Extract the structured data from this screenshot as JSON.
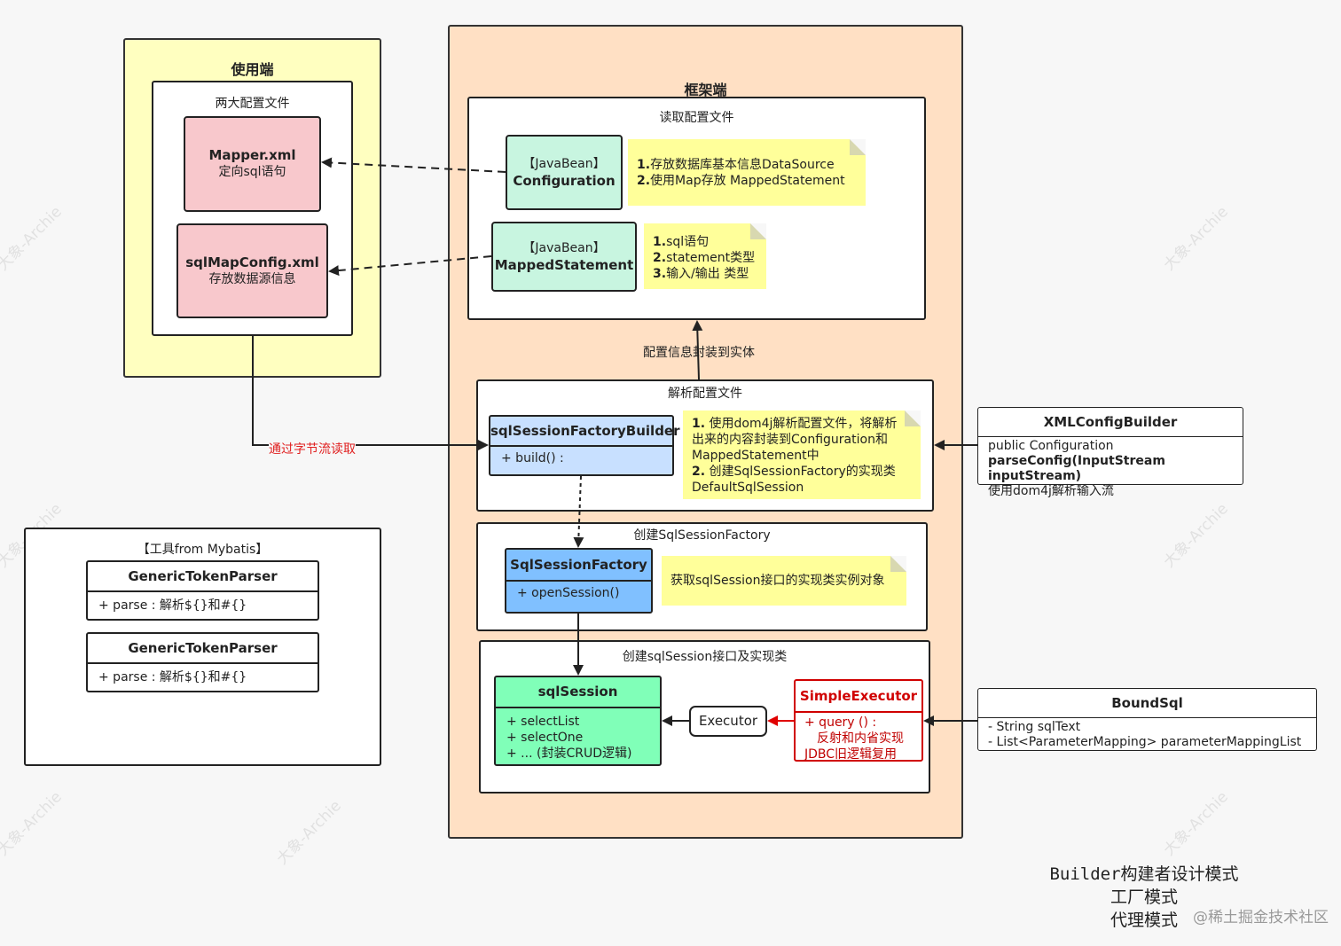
{
  "client": {
    "title": "使用端",
    "configs_caption": "两大配置文件",
    "mapper": {
      "name": "Mapper.xml",
      "desc": "定向sql语句"
    },
    "sqlmapconfig": {
      "name": "sqlMapConfig.xml",
      "desc": "存放数据源信息"
    }
  },
  "framework": {
    "title": "框架端",
    "read_caption": "读取配置文件",
    "configuration": {
      "tag": "【JavaBean】",
      "name": "Configuration"
    },
    "configuration_note": [
      "1.存放数据库基本信息DataSource",
      "2.使用Map存放 MappedStatement"
    ],
    "mapped_statement": {
      "tag": "【JavaBean】",
      "name": "MappedStatement"
    },
    "mapped_statement_note": [
      "1.sql语句",
      "2.statement类型",
      "3.输入/输出 类型"
    ],
    "encapsulate_label": "配置信息封装到实体",
    "parse_caption": "解析配置文件",
    "builder": {
      "name": "sqlSessionFactoryBuilder",
      "method": "+ build() :"
    },
    "builder_note": [
      "1. 使用dom4j解析配置文件，将解析",
      "出来的内容封装到Configuration和",
      "MappedStatement中",
      "2. 创建SqlSessionFactory的实现类",
      "DefaultSqlSession"
    ],
    "factory_caption": "创建SqlSessionFactory",
    "factory": {
      "name": "SqlSessionFactory",
      "method": "+ openSession()"
    },
    "factory_note": "获取sqlSession接口的实现类实例对象",
    "session_caption": "创建sqlSession接口及实现类",
    "session": {
      "name": "sqlSession",
      "methods": [
        "+ selectList",
        "+ selectOne",
        "+ ...  (封装CRUD逻辑)"
      ]
    },
    "executor": "Executor",
    "simple_executor": {
      "name": "SimpleExecutor",
      "lines": [
        "+ query () :",
        "反射和内省实现",
        "JDBC旧逻辑复用"
      ]
    }
  },
  "stream_label": "通过字节流读取",
  "xml_config_builder": {
    "name": "XMLConfigBuilder",
    "lines": [
      "public Configuration",
      "parseConfig(InputStream inputStream)",
      "使用dom4j解析输入流"
    ]
  },
  "bound_sql": {
    "name": "BoundSql",
    "lines": [
      "- String sqlText",
      "- List<ParameterMapping> parameterMappingList"
    ]
  },
  "tools": {
    "title": "【工具from Mybatis】",
    "parsers": [
      {
        "name": "GenericTokenParser",
        "method": "+ parse :    解析${}和#{}"
      },
      {
        "name": "GenericTokenParser",
        "method": "+ parse :    解析${}和#{}"
      }
    ]
  },
  "patterns": [
    "Builder构建者设计模式",
    "工厂模式",
    "代理模式"
  ],
  "brand": "@稀土掘金技术社区",
  "watermark": "大象-Archie",
  "colors": {
    "client_bg": "#ffffc0",
    "framework_bg": "#ffe0c4",
    "pink": "#f8c8cc",
    "mint": "#c8f5e0",
    "note": "#ffff9a",
    "stream_label": "#e02020",
    "red": "#d00000"
  }
}
